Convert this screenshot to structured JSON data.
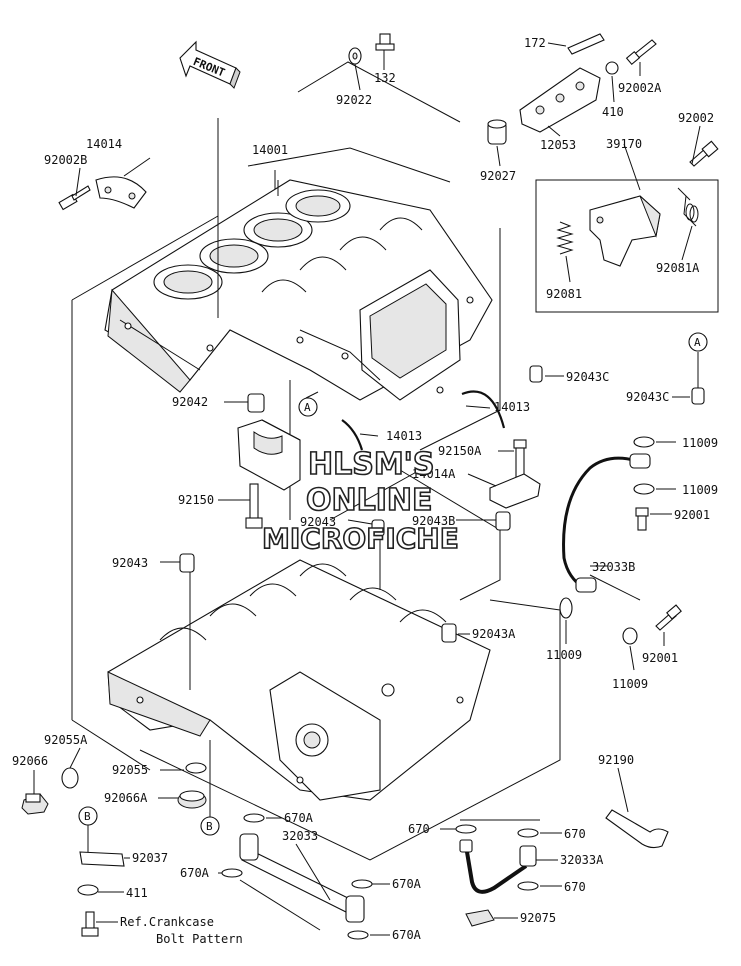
{
  "labels": {
    "p172": "172",
    "p132": "132",
    "p92022": "92022",
    "p92002A": "92002A",
    "p410": "410",
    "p12053": "12053",
    "p92027": "92027",
    "p92002": "92002",
    "p39170": "39170",
    "p14014": "14014",
    "p92002B": "92002B",
    "p14001": "14001",
    "p92081A": "92081A",
    "p92081": "92081",
    "pA1": "A",
    "p92043C_1": "92043C",
    "p92043C_2": "92043C",
    "p92042": "92042",
    "pA2": "A",
    "p14013_1": "14013",
    "p14013_2": "14013",
    "p11009_1": "11009",
    "p92150A": "92150A",
    "p14014A": "14014A",
    "p11009_2": "11009",
    "p92150": "92150",
    "p92001_1": "92001",
    "p92043_1": "92043",
    "p92043B": "92043B",
    "p92043_2": "92043",
    "p32033B": "32033B",
    "p92043A": "92043A",
    "p11009_3": "11009",
    "p92001_2": "92001",
    "p11009_4": "11009",
    "p92055A": "92055A",
    "p92066": "92066",
    "p92055": "92055",
    "p92190": "92190",
    "p92066A": "92066A",
    "pB1": "B",
    "p670A_1": "670A",
    "p32033": "32033",
    "p670_1": "670",
    "p670_2": "670",
    "pB2": "B",
    "p92037": "92037",
    "p32033A": "32033A",
    "p670A_2": "670A",
    "p670A_3": "670A",
    "p670_3": "670",
    "p411": "411",
    "p92075": "92075",
    "p670A_4": "670A",
    "ref1": "Ref.Crankcase",
    "ref2": "Bolt Pattern",
    "front": "FRONT"
  },
  "watermark": {
    "line1": "HLSM'S",
    "line2": "ONLINE",
    "line3": "MICROFICHE"
  }
}
